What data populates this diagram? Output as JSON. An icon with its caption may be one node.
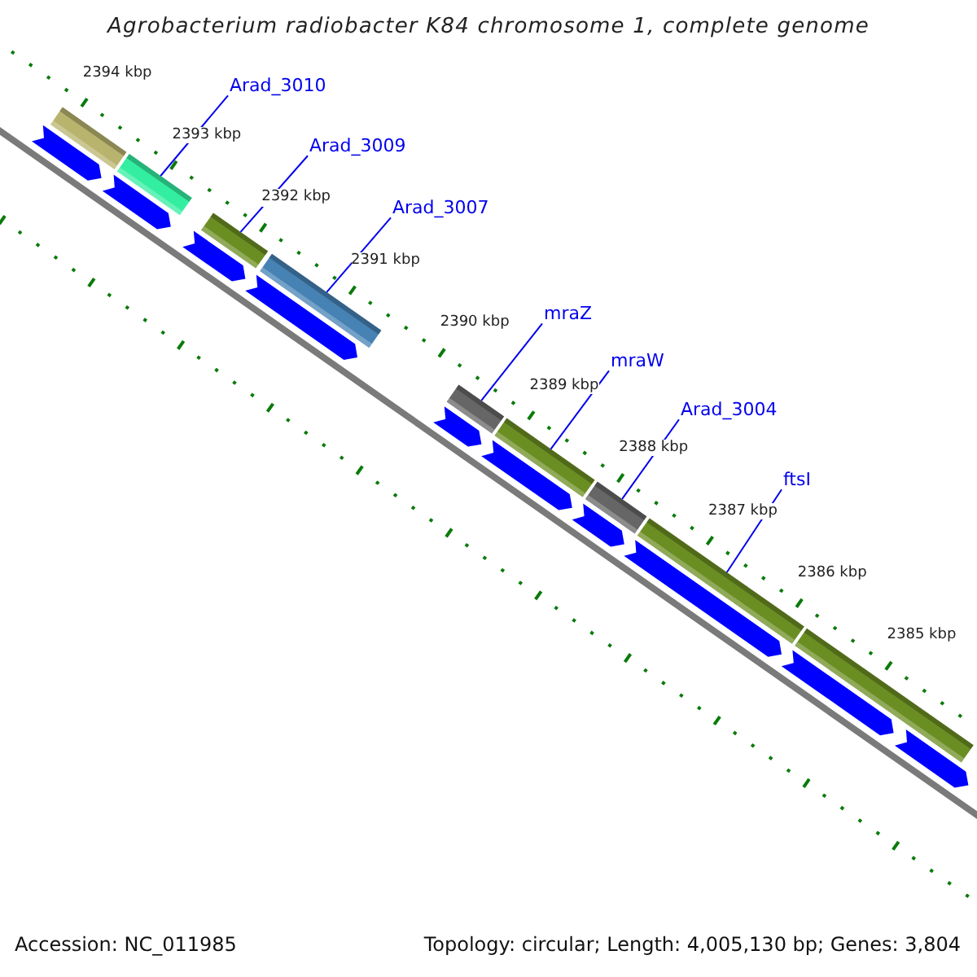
{
  "diagram": {
    "title": "Agrobacterium radiobacter K84 chromosome 1, complete genome",
    "nodes": [
      {
        "text": [],
        "shape": "bar"
      },
      {
        "text": [
          "Arad_3010"
        ]
      },
      {
        "text": [],
        "shape": "bar"
      },
      {
        "text": [
          "Arad_3009"
        ]
      },
      {
        "text": [],
        "shape": "bar"
      },
      {
        "text": [
          "Arad_3007"
        ]
      },
      {
        "text": [],
        "shape": "bar"
      },
      {
        "text": [
          "mraZ"
        ]
      },
      {
        "text": [],
        "shape": "bar"
      },
      {
        "text": [
          "mraW"
        ]
      },
      {
        "text": [],
        "shape": "bar"
      },
      {
        "text": [
          "Arad_3004"
        ]
      },
      {
        "text": [],
        "shape": "bar"
      },
      {
        "text": [
          "ftsI"
        ]
      },
      {
        "text": [],
        "shape": "bar"
      },
      {
        "text": [],
        "shape": "bar"
      },
      {
        "text": [],
        "shape": "arrow"
      },
      {
        "text": [],
        "shape": "arrow"
      },
      {
        "text": [],
        "shape": "arrow"
      },
      {
        "text": [],
        "shape": "arrow"
      },
      {
        "text": [],
        "shape": "arrow"
      },
      {
        "text": [],
        "shape": "arrow"
      },
      {
        "text": [],
        "shape": "arrow"
      },
      {
        "text": [],
        "shape": "arrow"
      },
      {
        "text": [],
        "shape": "arrow"
      },
      {
        "text": [],
        "shape": "arrow"
      }
    ],
    "edges": [
      {
        "from": 1,
        "to": 2,
        "arrow": "none"
      },
      {
        "from": 3,
        "to": 4,
        "arrow": "none"
      },
      {
        "from": 5,
        "to": 6,
        "arrow": "none"
      },
      {
        "from": 7,
        "to": 8,
        "arrow": "none"
      },
      {
        "from": 9,
        "to": 10,
        "arrow": "none"
      },
      {
        "from": 11,
        "to": 12,
        "arrow": "none"
      },
      {
        "from": 13,
        "to": 14,
        "arrow": "none"
      }
    ],
    "labels": [
      "2394 kbp",
      "2393 kbp",
      "2392 kbp",
      "2391 kbp",
      "2390 kbp",
      "2389 kbp",
      "2388 kbp",
      "2387 kbp",
      "2386 kbp",
      "2385 kbp",
      "Accession: NC_011985",
      "Topology: circular; Length: 4,005,130 bp; Genes: 3,804"
    ]
  }
}
